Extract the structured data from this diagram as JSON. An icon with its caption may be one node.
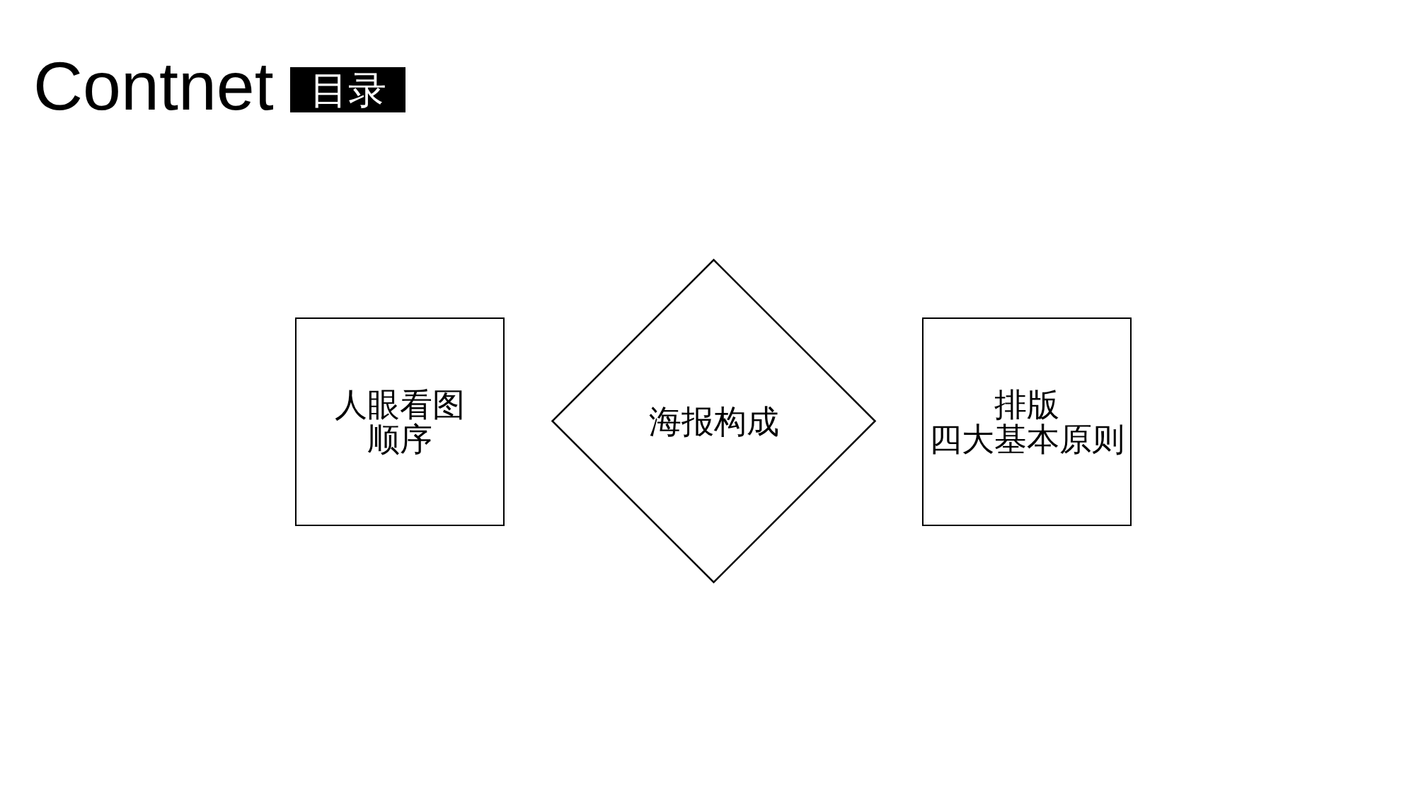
{
  "diagram": {
    "title": "Contnet",
    "nodes": [
      {
        "text": [
          "目录"
        ]
      },
      {
        "text": [
          "人眼看图顺序"
        ]
      },
      {
        "text": [
          "海报构成"
        ]
      },
      {
        "text": [
          "排版四大基本原则"
        ]
      }
    ]
  }
}
